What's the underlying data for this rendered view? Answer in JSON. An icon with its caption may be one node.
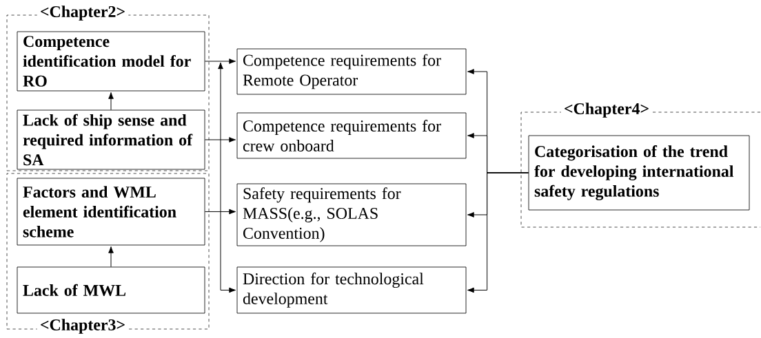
{
  "diagram": {
    "nodes": [
      {
        "text": [
          "<Chapter2>"
        ]
      },
      {
        "text": [
          "Competence identification model for RO"
        ],
        "in": 0
      },
      {
        "text": [
          "Lack of ship sense and required information of SA"
        ],
        "in": 0
      },
      {
        "text": [
          "<Chapter3>"
        ]
      },
      {
        "text": [
          "Factors and WML element identification scheme"
        ],
        "in": 3
      },
      {
        "text": [
          "Lack of MWL"
        ],
        "in": 3
      },
      {
        "text": [
          "Competence requirements   for Remote Operator"
        ]
      },
      {
        "text": [
          "Competence requirements for crew onboard"
        ]
      },
      {
        "text": [
          "Safety requirements for MASS(e.g., SOLAS Convention)"
        ]
      },
      {
        "text": [
          "Direction for technological development"
        ]
      },
      {
        "text": [
          "<Chapter4>"
        ]
      },
      {
        "text": [
          "Categorisation of the trend for developing international safety regulations"
        ],
        "in": 10
      }
    ],
    "edges": [
      {
        "from": 1,
        "to": 6,
        "arrow": "to"
      },
      {
        "from": 2,
        "to": 1,
        "arrow": "to"
      },
      {
        "from": 2,
        "to": 7,
        "arrow": "to"
      },
      {
        "from": 4,
        "to": 8,
        "arrow": "to"
      },
      {
        "from": 5,
        "to": 4,
        "arrow": "to"
      },
      {
        "from": 1,
        "to": 9,
        "arrow": "both"
      },
      {
        "from": 11,
        "to": 6,
        "arrow": "to"
      },
      {
        "from": 11,
        "to": 7,
        "arrow": "to"
      },
      {
        "from": 11,
        "to": 8,
        "arrow": "to"
      },
      {
        "from": 11,
        "to": 9,
        "arrow": "to"
      }
    ]
  }
}
